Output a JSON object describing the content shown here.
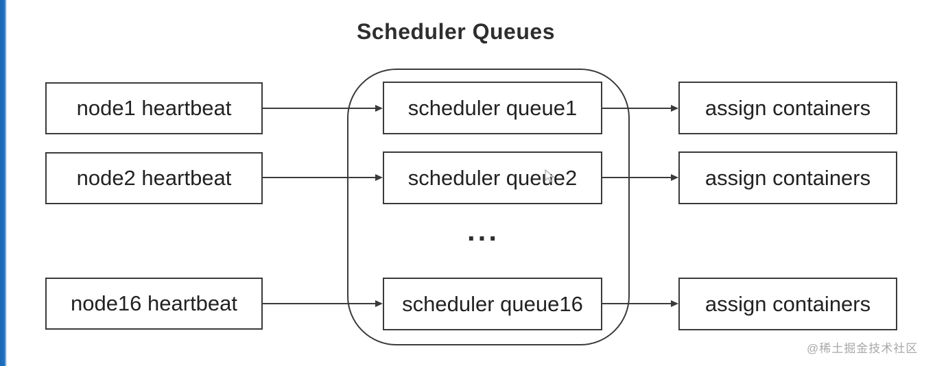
{
  "diagram": {
    "title": "Scheduler Queues",
    "ellipsis": "...",
    "watermark": "@稀土掘金技术社区",
    "rows": [
      {
        "node": "node1 heartbeat",
        "queue": "scheduler queue1",
        "action": "assign containers"
      },
      {
        "node": "node2 heartbeat",
        "queue": "scheduler queue2",
        "action": "assign containers"
      },
      {
        "node": "node16 heartbeat",
        "queue": "scheduler queue16",
        "action": "assign containers"
      }
    ],
    "colors": {
      "box_border": "#3a3a3a",
      "text": "#222222",
      "accent_bar": "#2172c2",
      "watermark": "#a8a8a8",
      "background": "#ffffff"
    }
  }
}
